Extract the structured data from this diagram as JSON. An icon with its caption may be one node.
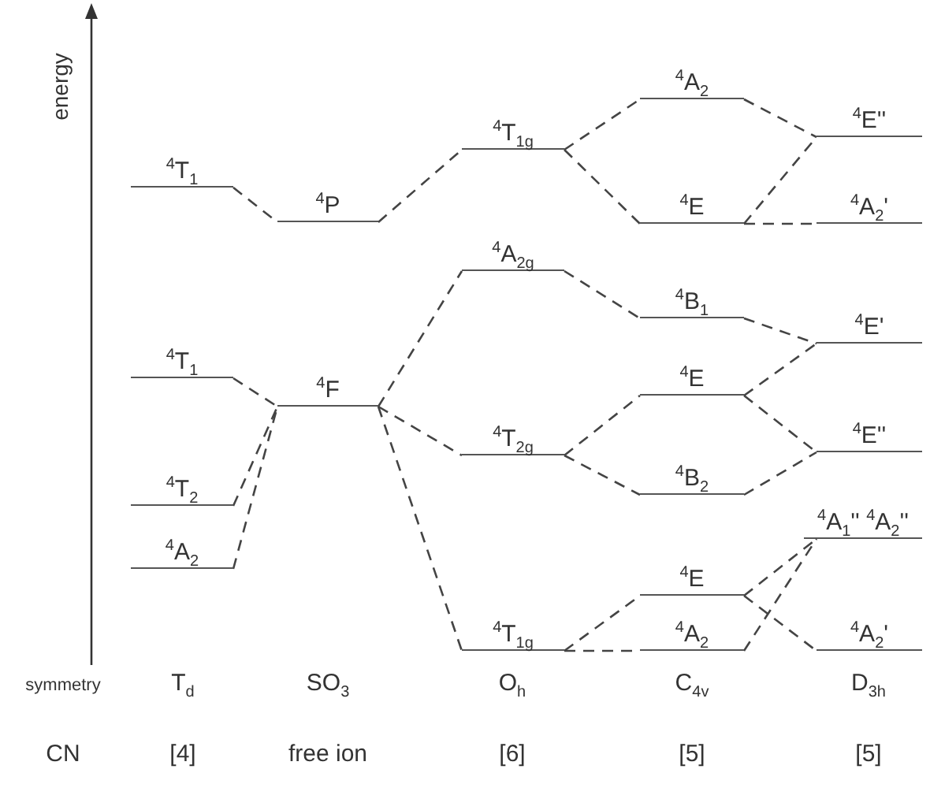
{
  "diagram": {
    "nodes": [
      {
        "text": [
          "$^{4}$T$_{1}$"
        ]
      },
      {
        "text": [
          "$^{4}$T$_{1}$"
        ]
      },
      {
        "text": [
          "$^{4}$T$_{2}$"
        ]
      },
      {
        "text": [
          "$^{4}$A$_{2}$"
        ]
      },
      {
        "text": [
          "$^{4}$P"
        ]
      },
      {
        "text": [
          "$^{4}$F"
        ]
      },
      {
        "text": [
          "$^{4}$T$_{1g}$"
        ]
      },
      {
        "text": [
          "$^{4}$A$_{2g}$"
        ]
      },
      {
        "text": [
          "$^{4}$T$_{2g}$"
        ]
      },
      {
        "text": [
          "$^{4}$T$_{1g}$"
        ]
      },
      {
        "text": [
          "$^{4}$A$_{2}$"
        ]
      },
      {
        "text": [
          "$^{4}$E"
        ]
      },
      {
        "text": [
          "$^{4}$B$_{1}$"
        ]
      },
      {
        "text": [
          "$^{4}$E"
        ]
      },
      {
        "text": [
          "$^{4}$B$_{2}$"
        ]
      },
      {
        "text": [
          "$^{4}$E"
        ]
      },
      {
        "text": [
          "$^{4}$A$_{2}$"
        ]
      },
      {
        "text": [
          "$^{4}$E''"
        ]
      },
      {
        "text": [
          "$^{4}$A$_{2}$'"
        ]
      },
      {
        "text": [
          "$^{4}$E'"
        ]
      },
      {
        "text": [
          "$^{4}$E''"
        ]
      },
      {
        "text": [
          "$^{4}$A$_{1}$'' $^{4}$A$_{2}$''"
        ]
      },
      {
        "text": [
          "$^{4}$A$_{2}$'"
        ]
      }
    ],
    "edges": [
      {
        "from": 0,
        "to": 4,
        "arrow": "none",
        "style": "dashed"
      },
      {
        "from": 1,
        "to": 5,
        "arrow": "none",
        "style": "dashed"
      },
      {
        "from": 2,
        "to": 5,
        "arrow": "none",
        "style": "dashed"
      },
      {
        "from": 3,
        "to": 5,
        "arrow": "none",
        "style": "dashed"
      },
      {
        "from": 4,
        "to": 6,
        "arrow": "none",
        "style": "dashed"
      },
      {
        "from": 5,
        "to": 7,
        "arrow": "none",
        "style": "dashed"
      },
      {
        "from": 5,
        "to": 8,
        "arrow": "none",
        "style": "dashed"
      },
      {
        "from": 5,
        "to": 9,
        "arrow": "none",
        "style": "dashed"
      },
      {
        "from": 6,
        "to": 10,
        "arrow": "none",
        "style": "dashed"
      },
      {
        "from": 6,
        "to": 11,
        "arrow": "none",
        "style": "dashed"
      },
      {
        "from": 7,
        "to": 12,
        "arrow": "none",
        "style": "dashed"
      },
      {
        "from": 8,
        "to": 13,
        "arrow": "none",
        "style": "dashed"
      },
      {
        "from": 8,
        "to": 14,
        "arrow": "none",
        "style": "dashed"
      },
      {
        "from": 9,
        "to": 15,
        "arrow": "none",
        "style": "dashed"
      },
      {
        "from": 9,
        "to": 16,
        "arrow": "none",
        "style": "dashed"
      },
      {
        "from": 10,
        "to": 17,
        "arrow": "none",
        "style": "dashed"
      },
      {
        "from": 11,
        "to": 17,
        "arrow": "none",
        "style": "dashed"
      },
      {
        "from": 11,
        "to": 18,
        "arrow": "none",
        "style": "dashed"
      },
      {
        "from": 12,
        "to": 19,
        "arrow": "none",
        "style": "dashed"
      },
      {
        "from": 13,
        "to": 19,
        "arrow": "none",
        "style": "dashed"
      },
      {
        "from": 13,
        "to": 20,
        "arrow": "none",
        "style": "dashed"
      },
      {
        "from": 14,
        "to": 20,
        "arrow": "none",
        "style": "dashed"
      },
      {
        "from": 15,
        "to": 21,
        "arrow": "none",
        "style": "dashed"
      },
      {
        "from": 15,
        "to": 22,
        "arrow": "none",
        "style": "dashed"
      },
      {
        "from": 16,
        "to": 21,
        "arrow": "none",
        "style": "dashed"
      }
    ],
    "labels": [
      "energy",
      "symmetry",
      "T$_{d}$",
      "SO$_{3}$",
      "O$_{h}$",
      "C$_{4v}$",
      "D$_{3h}$",
      "CN",
      "[4]",
      "free ion",
      "[6]",
      "[5]",
      "[5]"
    ]
  }
}
